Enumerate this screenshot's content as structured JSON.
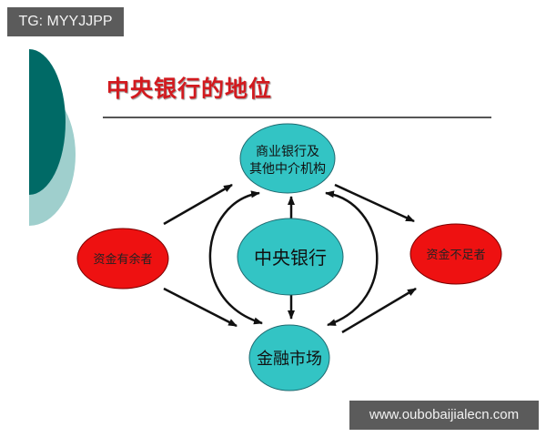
{
  "overlay": {
    "top_tag": "TG: MYYJJPP",
    "bottom_watermark": "www.oubobaijialecn.com"
  },
  "slide": {
    "title": "中央银行的地位",
    "colors": {
      "title": "#d21a1f",
      "deco_dark": "#006a66",
      "deco_light": "#9fcfcd",
      "node_teal": "#33c4c4",
      "node_red": "#ee1111"
    }
  },
  "diagram": {
    "nodes": {
      "commercial_banks": {
        "line1": "商业银行及",
        "line2": "其他中介机构"
      },
      "central_bank": {
        "label": "中央银行"
      },
      "financial_market": {
        "label": "金融市场"
      },
      "fund_surplus": {
        "label": "资金有余者"
      },
      "fund_deficit": {
        "label": "资金不足者"
      }
    },
    "edges": [
      {
        "from": "资金有余者",
        "to": "商业银行及其他中介机构",
        "type": "arrow"
      },
      {
        "from": "资金有余者",
        "to": "金融市场",
        "type": "arrow"
      },
      {
        "from": "商业银行及其他中介机构",
        "to": "资金不足者",
        "type": "arrow"
      },
      {
        "from": "金融市场",
        "to": "资金不足者",
        "type": "arrow"
      },
      {
        "from": "中央银行",
        "to": "商业银行及其他中介机构",
        "type": "arrow"
      },
      {
        "from": "中央银行",
        "to": "金融市场",
        "type": "arrow"
      },
      {
        "from": "商业银行及其他中介机构",
        "to": "金融市场",
        "type": "double-curve-left"
      },
      {
        "from": "商业银行及其他中介机构",
        "to": "金融市场",
        "type": "double-curve-right"
      }
    ]
  }
}
